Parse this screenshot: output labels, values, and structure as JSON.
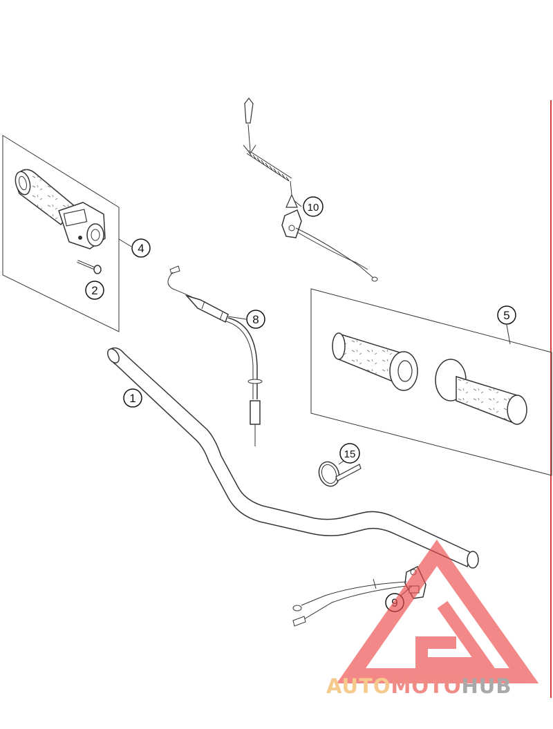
{
  "diagram": {
    "callouts": {
      "c1": "1",
      "c2": "2",
      "c4": "4",
      "c5": "5",
      "c8": "8",
      "c9": "9",
      "c10": "10",
      "c15": "15"
    }
  },
  "watermark": {
    "part1": "AUTO",
    "part2": "MOTO",
    "part3": "HUB",
    "colors": {
      "part1": "#f6c98c",
      "part2": "#f08b86",
      "part3": "#a9a9a9",
      "logo": "#ee4a4a"
    }
  },
  "colors": {
    "line": "#333333",
    "fill": "#ffffff",
    "speckle": "#888888",
    "edge_marker": "#d63b3b"
  }
}
